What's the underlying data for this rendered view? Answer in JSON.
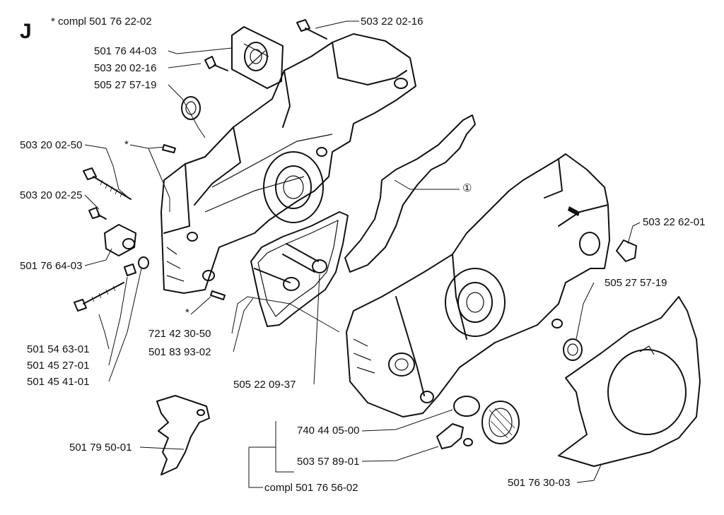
{
  "section": "J",
  "note": "* compl 501 76 22-02",
  "labels": {
    "p503220216_top": "503 22 02-16",
    "p501764403": "501 76 44-03",
    "p503200216": "503 20 02-16",
    "p505275719_left": "505 27 57-19",
    "p503200250": "503 20 02-50",
    "asterisk1": "*",
    "p503200225": "503 20 02-25",
    "p501766403": "501 76 64-03",
    "circle1": "①",
    "p503226201": "503 22 62-01",
    "p505275719_right": "505 27 57-19",
    "asterisk2": "*",
    "p721423050": "721 42 30-50",
    "p501839302": "501 83 93-02",
    "p501546301": "501 54 63-01",
    "p501452701": "501 45 27-01",
    "p501454101": "501 45 41-01",
    "p505220937": "505 22 09-37",
    "p740440500": "740 44 05-00",
    "p501795001": "501 79 50-01",
    "p503578901": "503 57 89-01",
    "p501763003": "501 76 30-03",
    "compl501765602": "compl 501 76 56-02"
  }
}
